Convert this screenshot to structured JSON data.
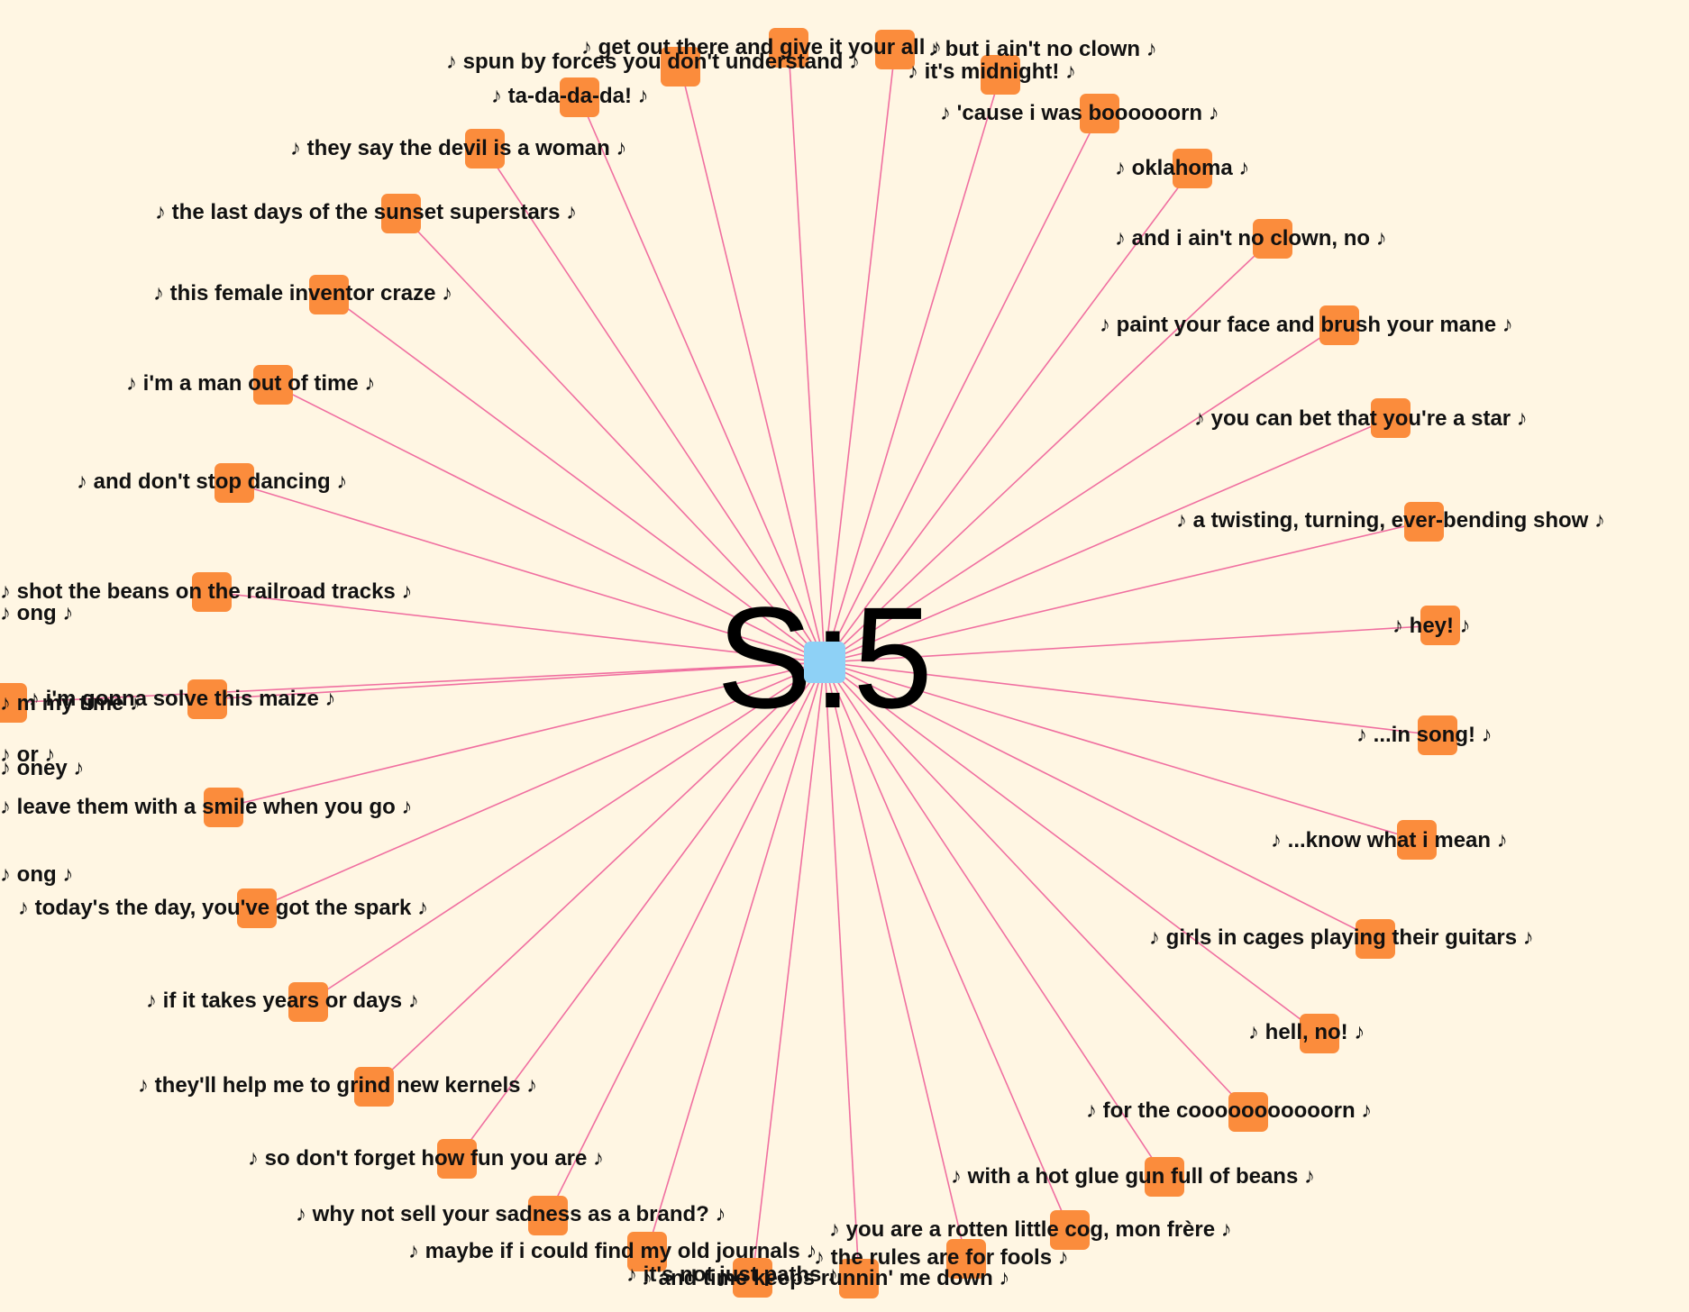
{
  "center": {
    "label": "S:5",
    "color": "#8ed1f6"
  },
  "colors": {
    "edge": "#f06fa0",
    "node": "#fb8c3c",
    "background": "#fff6e3"
  },
  "note_glyph": "♪",
  "nodes": [
    "get out there and give it your all",
    "but i ain't no clown",
    "spun by forces you don't understand",
    "it's midnight!",
    "ta-da-da-da!",
    "'cause i was boooooorn",
    "they say the devil is a woman",
    "oklahoma",
    "the last days of the sunset superstars",
    "and i ain't no clown, no",
    "this female inventor craze",
    "paint your face and brush your mane",
    "i'm a man out of time",
    "you can bet that you're a star",
    "and don't stop dancing",
    "a twisting, turning, ever-bending show",
    "shot the beans on the railroad tracks",
    "ong",
    "hey!",
    "i'm gonna solve this maize",
    "m my time",
    "...in song!",
    "or",
    "oney",
    "leave them with a smile when you go",
    "...know what i mean",
    "ong",
    "today's the day, you've got the spark",
    "girls in cages playing their guitars",
    "if it takes years or days",
    "hell, no!",
    "they'll help me to grind new kernels",
    "for the cooooooooooorn",
    "so don't forget how fun you are",
    "with a hot glue gun full of beans",
    "why not sell your sadness as a brand?",
    "you are a rotten little cog, mon frère",
    "maybe if i could find my old journals",
    "the rules are for fools",
    "it's not just paths",
    "and time keeps runnin' me down"
  ]
}
